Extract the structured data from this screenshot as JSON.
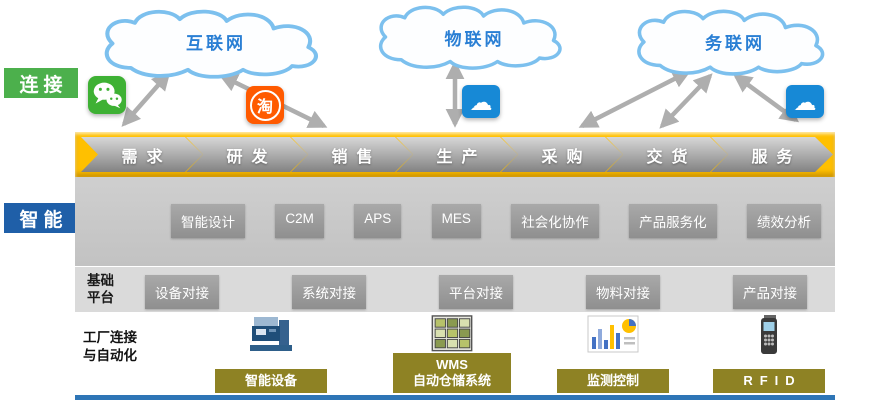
{
  "colors": {
    "gold": "#ffc000",
    "connect_green": "#4cb04c",
    "smart_blue": "#1f5fa8",
    "olive": "#8e8224",
    "cloud_icon_blue": "#1789d6",
    "wechat_green": "#3eb134",
    "taobao_orange": "#ff5a00",
    "cloud_text_blue": "#2a7fd4",
    "arrow_gray": "#aeaeae",
    "bottom_strip_blue": "#2e75b6"
  },
  "side_labels": {
    "connect": "连接",
    "smart": "智能"
  },
  "clouds": [
    {
      "label": "互联网"
    },
    {
      "label": "物联网"
    },
    {
      "label": "务联网"
    }
  ],
  "icons": {
    "taobao_glyph": "淘",
    "cloud_glyph": "☁"
  },
  "chevrons": [
    {
      "label": "需求"
    },
    {
      "label": "研发"
    },
    {
      "label": "销售"
    },
    {
      "label": "生产"
    },
    {
      "label": "采购"
    },
    {
      "label": "交货"
    },
    {
      "label": "服务"
    }
  ],
  "smart_boxes": [
    {
      "label": "智能设计"
    },
    {
      "label": "C2M"
    },
    {
      "label": "APS"
    },
    {
      "label": "MES"
    },
    {
      "label": "社会化协作"
    },
    {
      "label": "产品服务化"
    },
    {
      "label": "绩效分析"
    }
  ],
  "platform": {
    "label_line1": "基础",
    "label_line2": "平台",
    "boxes": [
      {
        "label": "设备对接"
      },
      {
        "label": "系统对接"
      },
      {
        "label": "平台对接"
      },
      {
        "label": "物料对接"
      },
      {
        "label": "产品对接"
      }
    ]
  },
  "factory": {
    "label_line1": "工厂连接",
    "label_line2": "与自动化",
    "items": [
      {
        "label": "智能设备"
      },
      {
        "label_line1": "WMS",
        "label_line2": "自动仓储系统"
      },
      {
        "label": "监测控制"
      },
      {
        "label": "RFID"
      }
    ]
  }
}
